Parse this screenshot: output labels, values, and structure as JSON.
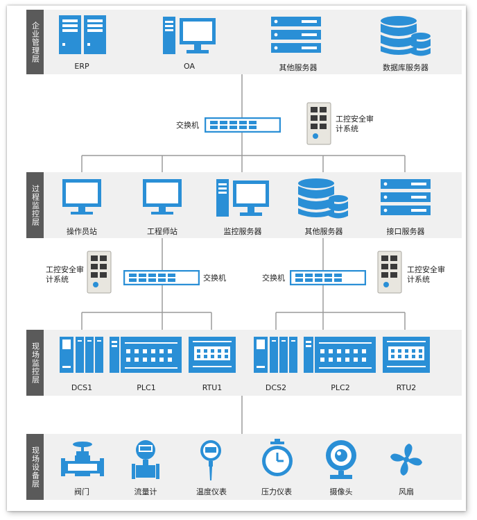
{
  "colors": {
    "icon_blue": "#2a8fd6",
    "band_bg": "#f0f0f0",
    "tag_bg": "#5a5a5a",
    "wire": "#9a9a9a"
  },
  "layers": {
    "management": {
      "tag": "企业管理层",
      "items": [
        {
          "label": "ERP",
          "icon": "server-tower-icon"
        },
        {
          "label": "OA",
          "icon": "desktop-pc-icon"
        },
        {
          "label": "其他服务器",
          "icon": "rack-server-icon"
        },
        {
          "label": "数据库服务器",
          "icon": "database-icon"
        }
      ]
    },
    "core_network": {
      "switch_label": "交换机",
      "audit_label": "工控安全审计系统"
    },
    "process": {
      "tag": "过程监控层",
      "items": [
        {
          "label": "操作员站",
          "icon": "monitor-icon"
        },
        {
          "label": "工程师站",
          "icon": "monitor-icon"
        },
        {
          "label": "监控服务器",
          "icon": "desktop-pc-icon"
        },
        {
          "label": "其他服务器",
          "icon": "database-icon"
        },
        {
          "label": "接口服务器",
          "icon": "rack-server-icon"
        }
      ]
    },
    "field_network": {
      "left_audit_label": "工控安全审计系统",
      "left_switch_label": "交换机",
      "right_switch_label": "交换机",
      "right_audit_label": "工控安全审计系统"
    },
    "field_control": {
      "tag": "现场监控层",
      "items": [
        {
          "label": "DCS1",
          "icon": "dcs-icon"
        },
        {
          "label": "PLC1",
          "icon": "plc-icon"
        },
        {
          "label": "RTU1",
          "icon": "rtu-icon"
        },
        {
          "label": "DCS2",
          "icon": "dcs-icon"
        },
        {
          "label": "PLC2",
          "icon": "plc-icon"
        },
        {
          "label": "RTU2",
          "icon": "rtu-icon"
        }
      ]
    },
    "field_devices": {
      "tag": "现场设备层",
      "items": [
        {
          "label": "阀门",
          "icon": "valve-icon"
        },
        {
          "label": "流量计",
          "icon": "flowmeter-icon"
        },
        {
          "label": "温度仪表",
          "icon": "thermometer-icon"
        },
        {
          "label": "压力仪表",
          "icon": "pressure-gauge-icon"
        },
        {
          "label": "摄像头",
          "icon": "camera-icon"
        },
        {
          "label": "风扇",
          "icon": "fan-icon"
        }
      ]
    }
  }
}
